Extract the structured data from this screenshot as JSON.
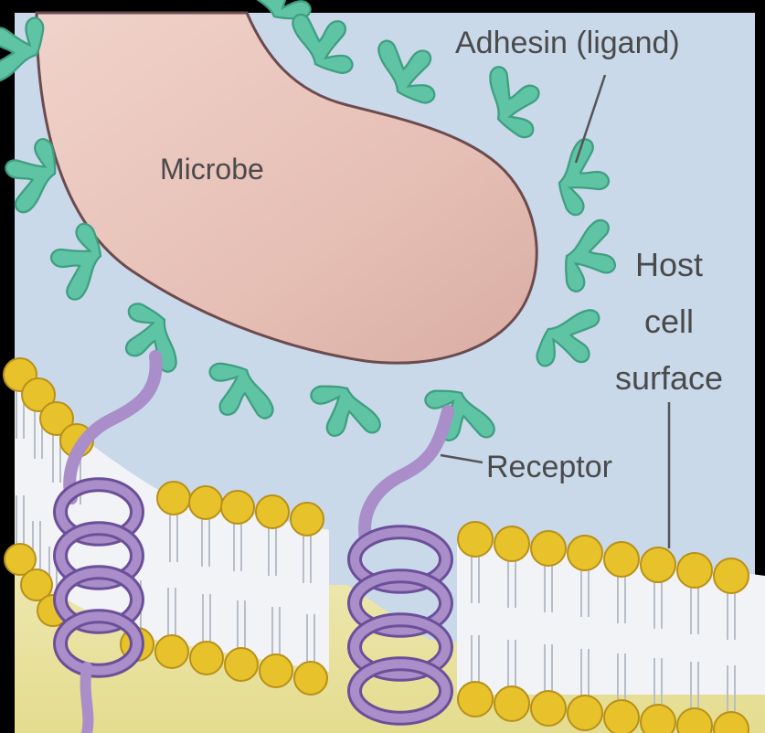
{
  "labels": {
    "microbe": "Microbe",
    "adhesin": "Adhesin (ligand)",
    "host_line1": "Host",
    "host_line2": "cell",
    "host_line3": "surface",
    "receptor": "Receptor"
  },
  "colors": {
    "frame": "#000000",
    "fluid": "#c9d9ea",
    "microbe_fill": "#e8c4bb",
    "microbe_outline": "#6b4b4e",
    "adhesin": "#5fc4a4",
    "adhesin_dark": "#3f9f80",
    "lipid_head": "#e8c22a",
    "lipid_head_edge": "#b8901a",
    "membrane_core": "#f1f3f6",
    "cytoplasm": "#ece7a6",
    "receptor": "#a98ec9",
    "receptor_dark": "#6b4f99",
    "text": "#4a4a4a"
  },
  "icons": [
    "adhesin-ligand-icon",
    "receptor-helix-icon",
    "phospholipid-head-icon"
  ]
}
